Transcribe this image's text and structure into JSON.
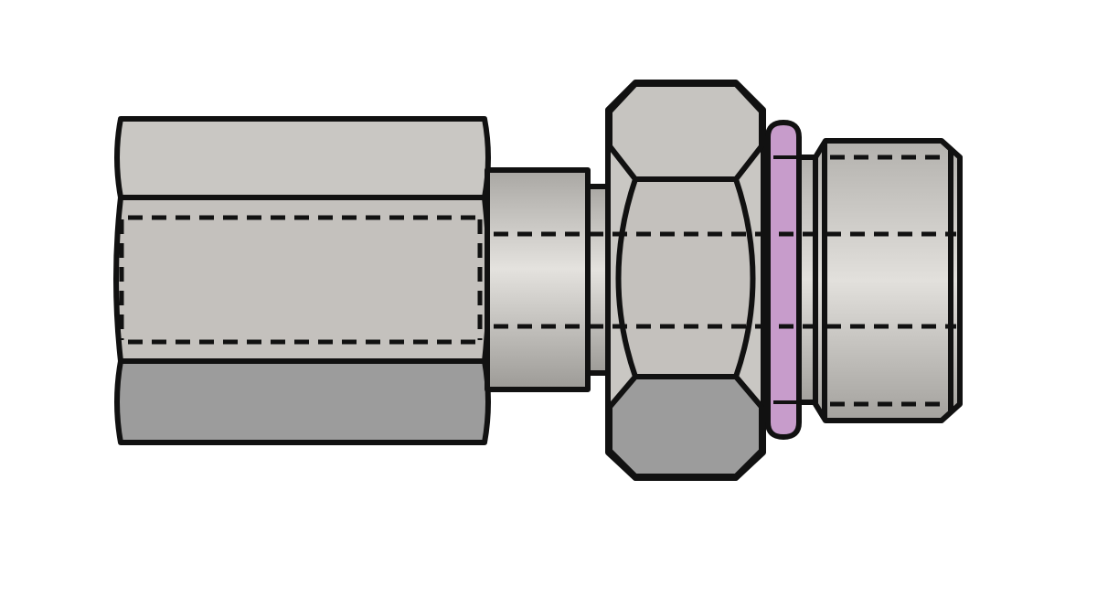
{
  "diagram": {
    "subject": "hydraulic-fitting-adapter",
    "colors": {
      "background": "#ffffff",
      "outline": "#111111",
      "steel_light": "#c9c7c3",
      "steel_mid": "#bdbab6",
      "steel_dark": "#9c9c9c",
      "seal_ring": "#c79ccb"
    },
    "parts": [
      {
        "name": "female-hex-body",
        "label": ""
      },
      {
        "name": "neck",
        "label": ""
      },
      {
        "name": "hex-nut",
        "label": ""
      },
      {
        "name": "o-ring-seal",
        "label": ""
      },
      {
        "name": "male-threaded-end",
        "label": ""
      }
    ]
  }
}
